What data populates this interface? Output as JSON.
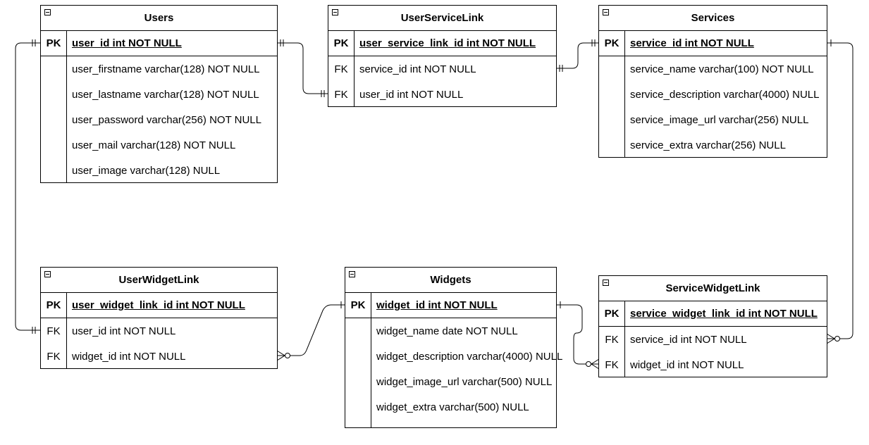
{
  "entities": {
    "users": {
      "title": "Users",
      "rows": [
        {
          "key": "PK",
          "attr": "user_id int NOT NULL"
        },
        {
          "key": "",
          "attr": "user_firstname varchar(128) NOT NULL"
        },
        {
          "key": "",
          "attr": "user_lastname varchar(128) NOT NULL"
        },
        {
          "key": "",
          "attr": "user_password varchar(256) NOT NULL"
        },
        {
          "key": "",
          "attr": "user_mail varchar(128) NOT NULL"
        },
        {
          "key": "",
          "attr": "user_image varchar(128) NULL"
        }
      ]
    },
    "user_service_link": {
      "title": "UserServiceLink",
      "rows": [
        {
          "key": "PK",
          "attr": "user_service_link_id int NOT NULL"
        },
        {
          "key": "FK",
          "attr": "service_id int NOT NULL"
        },
        {
          "key": "FK",
          "attr": "user_id int NOT NULL"
        }
      ]
    },
    "services": {
      "title": "Services",
      "rows": [
        {
          "key": "PK",
          "attr": "service_id int NOT NULL"
        },
        {
          "key": "",
          "attr": "service_name varchar(100) NOT NULL"
        },
        {
          "key": "",
          "attr": "service_description varchar(4000) NULL"
        },
        {
          "key": "",
          "attr": "service_image_url varchar(256) NULL"
        },
        {
          "key": "",
          "attr": "service_extra varchar(256) NULL"
        }
      ]
    },
    "user_widget_link": {
      "title": "UserWidgetLink",
      "rows": [
        {
          "key": "PK",
          "attr": "user_widget_link_id int NOT NULL"
        },
        {
          "key": "FK",
          "attr": "user_id int NOT NULL"
        },
        {
          "key": "FK",
          "attr": "widget_id int NOT NULL"
        }
      ]
    },
    "widgets": {
      "title": "Widgets",
      "rows": [
        {
          "key": "PK",
          "attr": "widget_id int NOT NULL"
        },
        {
          "key": "",
          "attr": "widget_name date NOT NULL"
        },
        {
          "key": "",
          "attr": "widget_description varchar(4000) NULL"
        },
        {
          "key": "",
          "attr": "widget_image_url varchar(500) NULL"
        },
        {
          "key": "",
          "attr": "widget_extra varchar(500) NULL"
        },
        {
          "key": "",
          "attr": ""
        }
      ]
    },
    "service_widget_link": {
      "title": "ServiceWidgetLink",
      "rows": [
        {
          "key": "PK",
          "attr": "service_widget_link_id int NOT NULL"
        },
        {
          "key": "FK",
          "attr": "service_id int NOT NULL"
        },
        {
          "key": "FK",
          "attr": "widget_id int NOT NULL"
        }
      ]
    }
  },
  "relationships": [
    {
      "from": "users.user_id",
      "to": "user_service_link.user_id",
      "from_card": "one-and-only-one",
      "to_card": "one-and-only-one"
    },
    {
      "from": "user_service_link.service_id",
      "to": "services.service_id",
      "from_card": "one-and-only-one",
      "to_card": "one-and-only-one"
    },
    {
      "from": "users.user_id",
      "to": "user_widget_link.user_id",
      "from_card": "one-and-only-one",
      "to_card": "one-and-only-one"
    },
    {
      "from": "user_widget_link.widget_id",
      "to": "widgets.widget_id",
      "from_card": "zero-or-many",
      "to_card": "one"
    },
    {
      "from": "widgets.widget_id",
      "to": "service_widget_link.widget_id",
      "from_card": "one",
      "to_card": "zero-or-many"
    },
    {
      "from": "services.service_id",
      "to": "service_widget_link.service_id",
      "from_card": "one",
      "to_card": "zero-or-many"
    }
  ]
}
